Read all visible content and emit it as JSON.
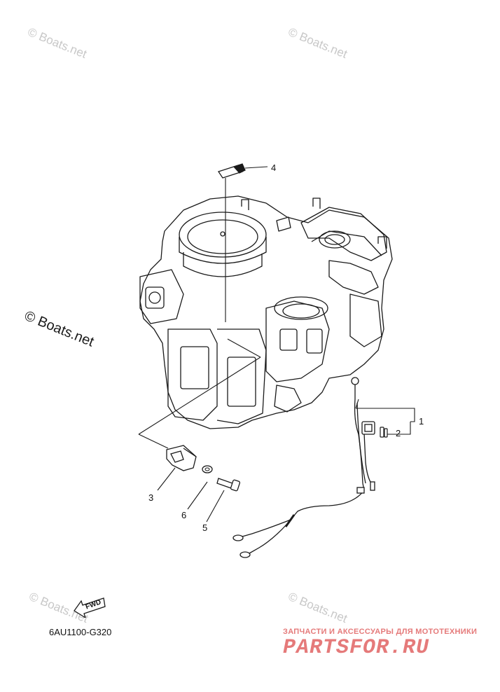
{
  "diagram": {
    "reference_code": "6AU1100-G320",
    "direction_label": "FWD",
    "callouts": [
      "1",
      "2",
      "3",
      "4",
      "5",
      "6"
    ]
  },
  "watermarks": {
    "small": "© Boats.net",
    "large": "© Boats.net"
  },
  "shop": {
    "subtitle": "ЗАПЧАСТИ И АКСЕССУАРЫ ДЛЯ МОТОТЕХНИКИ",
    "logo": "PARTSFOR.RU"
  }
}
